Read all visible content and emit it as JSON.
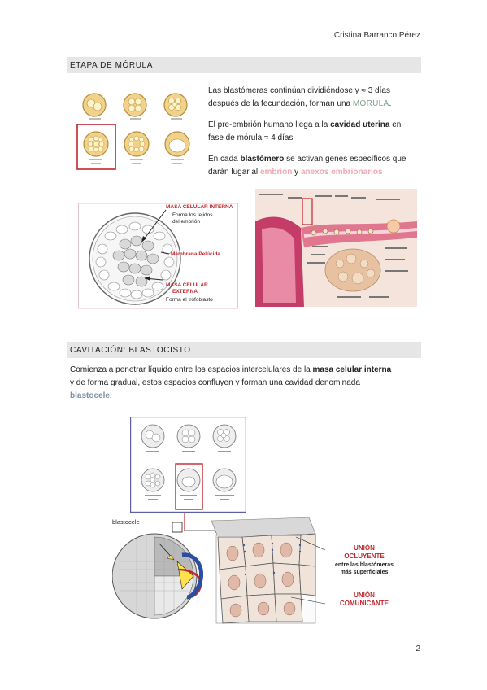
{
  "header": {
    "author": "Cristina Barranco Pérez"
  },
  "section1": {
    "title": "ETAPA DE MÓRULA",
    "p1_a": "Las blastómeras continúan dividiéndose y ≈ 3 días",
    "p1_b": "después de la fecundación, forman una ",
    "p1_mor": "MÓRULA",
    "p1_end": ".",
    "p2_a": "El pre-embrión humano llega a la ",
    "p2_bold": "cavidad uterina",
    "p2_b": " en",
    "p2_c": "fase de mórula ≈ 4 días",
    "p3_a": "En cada ",
    "p3_bold": "blastómero",
    "p3_b": " se activan genes específicos que",
    "p3_c": "darán lugar al ",
    "p3_embrion": "embrión",
    "p3_y": " y ",
    "p3_anexos": "anexos embrionarios",
    "morula_diagram": {
      "label_mci": "MASA CELULAR INTERNA",
      "label_forma_tejidos_1": "Forma los tejidos",
      "label_forma_tejidos_2": "del embrión",
      "label_membrana": "Membrana Pelúcida",
      "label_mce_1": "MASA CELULAR",
      "label_mce_2": "EXTERNA",
      "label_trofoblasto": "Forma el trofoblasto"
    }
  },
  "section2": {
    "title": "CAVITACIÓN: BLASTOCISTO",
    "p1_a": "Comienza a penetrar líquido entre los espacios intercelulares de la ",
    "p1_bold": "masa celular interna",
    "p1_b": "y de forma gradual, estos espacios confluyen y forman una cavidad denominada",
    "p1_blasto": "blastocele",
    "p1_end": ".",
    "diagram": {
      "label_blastocele": "blastocele",
      "label_union_oclu_1": "UNIÓN",
      "label_union_oclu_2": "OCLUYENTE",
      "label_entre_1": "entre las blastómeras",
      "label_entre_2": "más superficiales",
      "label_union_com_1": "UNIÓN",
      "label_union_com_2": "COMUNICANTE"
    }
  },
  "footer": {
    "page_number": "2"
  }
}
